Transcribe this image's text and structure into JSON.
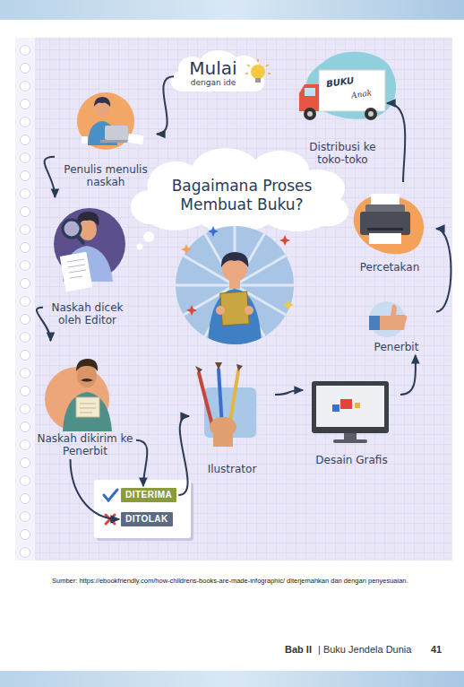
{
  "diagram": {
    "title": "Bagaimana Proses Membuat Buku?",
    "caption": "Sumber: https://ebookfriendly.com/how-childrens-books-are-made-infographic/ diterjemahkan dan dengan penyesuaian.",
    "nodes": [
      {
        "text": [
          "Mulai",
          "dengan ide"
        ]
      },
      {
        "text": [
          "Penulis menulis naskah"
        ]
      },
      {
        "text": [
          "Naskah dicek oleh Editor"
        ]
      },
      {
        "text": [
          "Naskah dikirim ke Penerbit"
        ]
      },
      {
        "text": [
          "DITERIMA"
        ]
      },
      {
        "text": [
          "DITOLAK"
        ]
      },
      {
        "text": [
          "Ilustrator"
        ]
      },
      {
        "text": [
          "Desain Grafis"
        ]
      },
      {
        "text": [
          "Penerbit"
        ]
      },
      {
        "text": [
          "Percetakan"
        ]
      },
      {
        "text": [
          "Distribusi ke toko-toko"
        ]
      }
    ],
    "edges": [
      {
        "from": 0,
        "to": 1,
        "arrow": "to"
      },
      {
        "from": 1,
        "to": 2,
        "arrow": "to"
      },
      {
        "from": 2,
        "to": 3,
        "arrow": "to"
      },
      {
        "from": 3,
        "to": 4,
        "arrow": "to"
      },
      {
        "from": 3,
        "to": 5,
        "arrow": "to"
      },
      {
        "from": 4,
        "to": 6,
        "arrow": "to"
      },
      {
        "from": 6,
        "to": 7,
        "arrow": "to"
      },
      {
        "from": 7,
        "to": 8,
        "arrow": "to"
      },
      {
        "from": 8,
        "to": 9,
        "arrow": "to"
      },
      {
        "from": 9,
        "to": 10,
        "arrow": "to"
      }
    ],
    "labels": [
      "BUKU",
      "Anak",
      "Bab II",
      "| Buku Jendela Dunia",
      "41"
    ]
  }
}
